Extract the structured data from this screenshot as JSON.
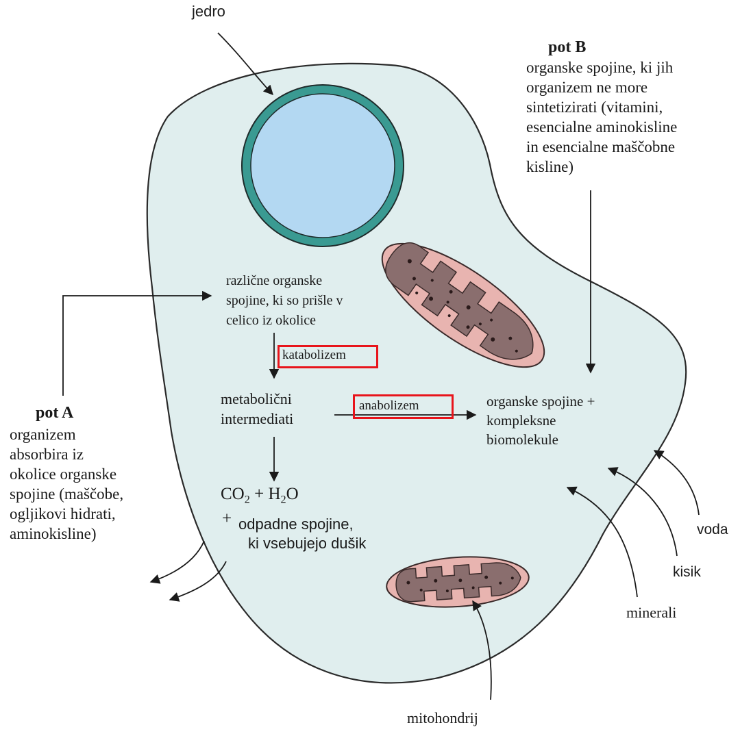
{
  "labels": {
    "jedro": "jedro",
    "pot_b_title": "pot B",
    "pot_b_lines": [
      "organske spojine, ki jih",
      "organizem ne more",
      "sintetizirati (vitamini,",
      "esencialne aminokisline",
      "in esencialne maščobne",
      "kisline)"
    ],
    "razlicne_lines": [
      "različne organske",
      "spojine, ki so prišle v",
      "celico iz okolice"
    ],
    "katabolizem": "katabolizem",
    "metabolicni_lines": [
      "metabolični",
      "intermediati"
    ],
    "anabolizem": "anabolizem",
    "organske_lines": [
      "organske spojine +",
      "kompleksne",
      "biomolekule"
    ],
    "pot_a_title": "pot A",
    "pot_a_lines": [
      "organizem",
      "absorbira iz",
      "okolice organske",
      "spojine (maščobe,",
      "ogljikovi hidrati,",
      "aminokisline)"
    ],
    "co2": "CO",
    "co2_sub": "2",
    "plus1": "+",
    "h2o_h": "H",
    "h2o_sub": "2",
    "h2o_o": "O",
    "plus2": "+",
    "odpadne_lines": [
      "odpadne spojine,",
      "ki vsebujejo dušik"
    ],
    "voda": "voda",
    "kisik": "kisik",
    "minerali": "minerali",
    "mitohondrij": "mitohondrij"
  },
  "colors": {
    "cell_fill": "#e0eeee",
    "cell_stroke": "#2a2a2a",
    "nucleus_fill": "#b3d8f2",
    "nucleus_ring": "#3a9a92",
    "mito_outer": "#e8b4b0",
    "mito_inner": "#8a6e6e",
    "highlight": "#e8141b"
  }
}
